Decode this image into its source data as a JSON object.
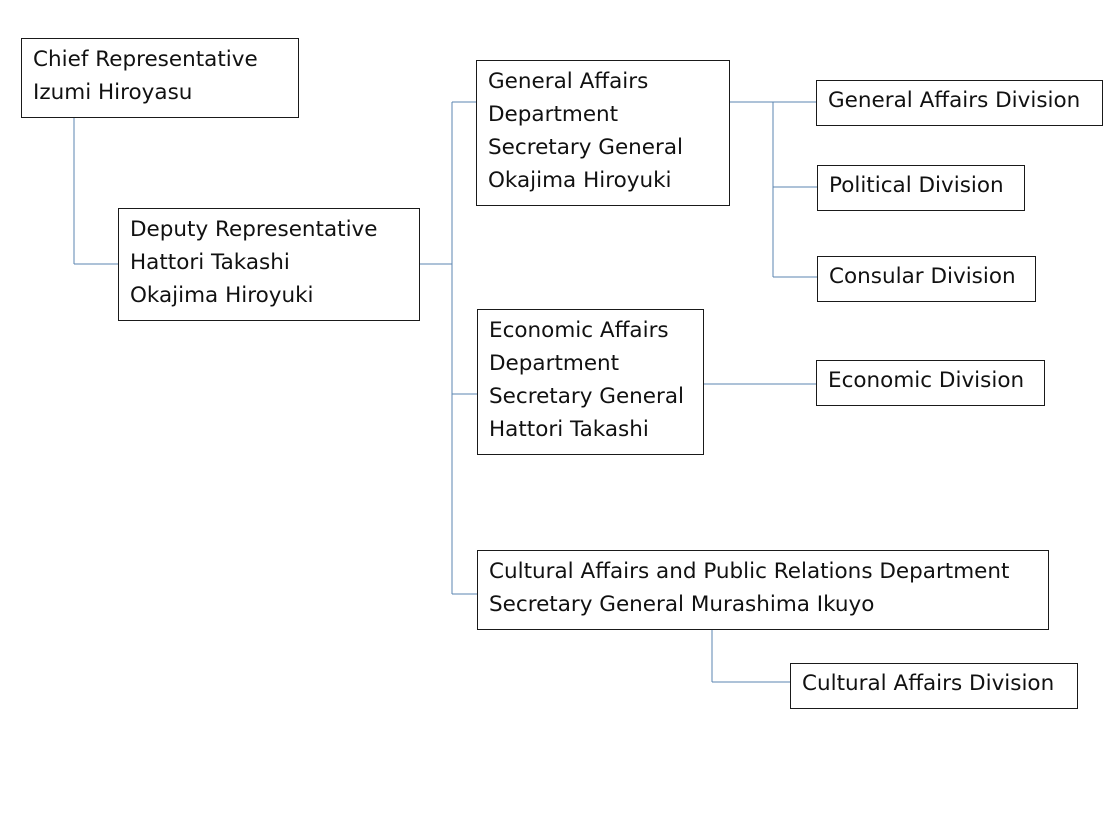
{
  "chart_data": {
    "type": "org-chart",
    "nodes": [
      {
        "id": "chief",
        "lines": [
          "Chief Representative",
          "Izumi Hiroyasu"
        ]
      },
      {
        "id": "deputy",
        "lines": [
          "Deputy Representative",
          "Hattori Takashi",
          "Okajima Hiroyuki"
        ]
      },
      {
        "id": "general-affairs-dept",
        "lines": [
          "General Affairs",
          "Department",
          "Secretary General",
          "Okajima Hiroyuki"
        ]
      },
      {
        "id": "economic-affairs-dept",
        "lines": [
          "Economic Affairs",
          "Department",
          "Secretary General",
          "Hattori Takashi"
        ]
      },
      {
        "id": "cultural-affairs-dept",
        "lines": [
          "Cultural Affairs and Public Relations Department",
          "Secretary General Murashima Ikuyo"
        ]
      },
      {
        "id": "general-affairs-division",
        "lines": [
          "General Affairs Division"
        ]
      },
      {
        "id": "political-division",
        "lines": [
          "Political Division"
        ]
      },
      {
        "id": "consular-division",
        "lines": [
          "Consular Division"
        ]
      },
      {
        "id": "economic-division",
        "lines": [
          "Economic Division"
        ]
      },
      {
        "id": "cultural-affairs-division",
        "lines": [
          "Cultural Affairs Division"
        ]
      }
    ],
    "edges": [
      [
        "chief",
        "deputy"
      ],
      [
        "deputy",
        "general-affairs-dept"
      ],
      [
        "deputy",
        "economic-affairs-dept"
      ],
      [
        "deputy",
        "cultural-affairs-dept"
      ],
      [
        "general-affairs-dept",
        "general-affairs-division"
      ],
      [
        "general-affairs-dept",
        "political-division"
      ],
      [
        "general-affairs-dept",
        "consular-division"
      ],
      [
        "economic-affairs-dept",
        "economic-division"
      ],
      [
        "cultural-affairs-dept",
        "cultural-affairs-division"
      ]
    ],
    "colors": {
      "connector": "#5b84b1",
      "box_border": "#1a1a1a",
      "text": "#111111"
    }
  },
  "chief": {
    "title": "Chief Representative",
    "name": "Izumi Hiroyasu"
  },
  "deputy": {
    "title": "Deputy Representative",
    "names": [
      "Hattori Takashi",
      "Okajima Hiroyuki"
    ]
  },
  "departments": {
    "general_affairs": {
      "line1": "General Affairs",
      "line2": "Department",
      "line3": "Secretary General",
      "line4": "Okajima Hiroyuki"
    },
    "economic_affairs": {
      "line1": "Economic Affairs",
      "line2": "Department",
      "line3": "Secretary General",
      "line4": "Hattori Takashi"
    },
    "cultural_affairs": {
      "line1": "Cultural Affairs and Public Relations Department",
      "line2": "Secretary General Murashima Ikuyo"
    }
  },
  "divisions": {
    "general_affairs": "General Affairs Division",
    "political": "Political Division",
    "consular": "Consular Division",
    "economic": "Economic Division",
    "cultural_affairs": "Cultural Affairs Division"
  }
}
